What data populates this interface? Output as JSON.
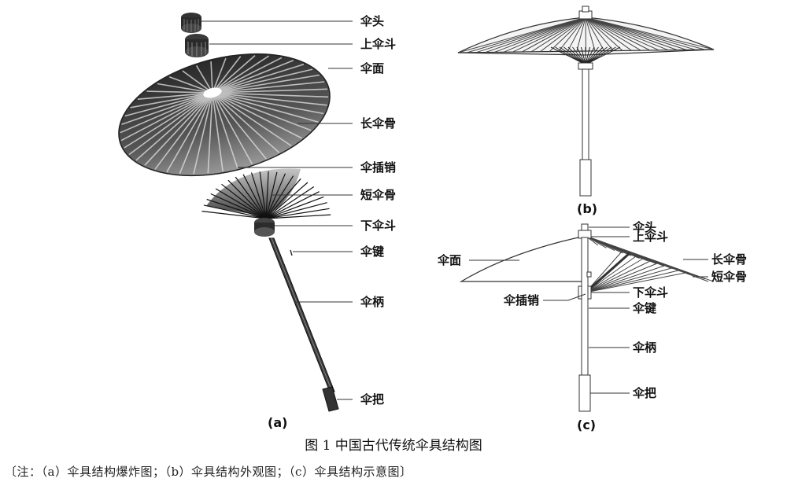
{
  "panel_a": {
    "tag": "(a)",
    "labels": [
      "伞头",
      "上伞斗",
      "伞面",
      "长伞骨",
      "伞插销",
      "短伞骨",
      "下伞斗",
      "伞键",
      "伞柄",
      "伞把"
    ]
  },
  "panel_b": {
    "tag": "(b)"
  },
  "panel_c": {
    "tag": "(c)",
    "labels_right": [
      "伞头",
      "上伞斗",
      "长伞骨",
      "短伞骨",
      "下伞斗",
      "伞键",
      "伞柄",
      "伞把"
    ],
    "labels_left": [
      "伞面",
      "伞插销"
    ]
  },
  "figure_caption": "图 1  中国古代传统伞具结构图",
  "figure_note": "〔注：（a）伞具结构爆炸图；（b）伞具结构外观图；（c）伞具结构示意图〕"
}
